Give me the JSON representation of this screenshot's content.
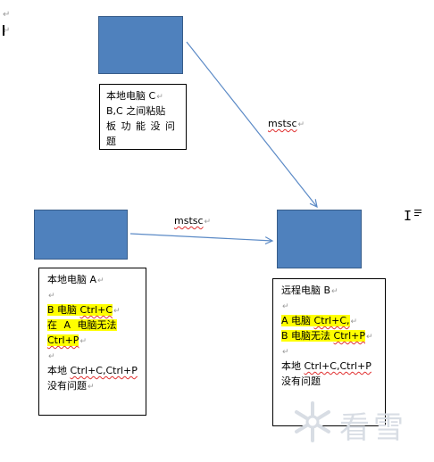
{
  "para_mark": "↵",
  "computer_c": {
    "lines": [
      "本地电脑 C",
      "B,C 之间粘贴",
      "板 功 能 没 问",
      "题"
    ]
  },
  "computer_a": {
    "lines": [
      "本地电脑 A",
      "",
      "B 电脑 Ctrl+C",
      "在 A 电脑无法",
      "Ctrl+P",
      "",
      "本地 Ctrl+C,Ctrl+P",
      "没有问题"
    ]
  },
  "computer_b": {
    "lines": [
      "远程电脑 B",
      "",
      "A 电脑 Ctrl+C,",
      "B 电脑无法 Ctrl+P",
      "",
      "本地 Ctrl+C,Ctrl+P",
      "没有问题"
    ]
  },
  "arrow_c_to_b_label": "mstsc",
  "arrow_a_to_b_label": "mstsc",
  "watermark": "看雪",
  "colors": {
    "box_fill": "#4f81bd",
    "box_border": "#385d8a",
    "arrow": "#5b8ac6",
    "highlight": "#ffff00"
  }
}
